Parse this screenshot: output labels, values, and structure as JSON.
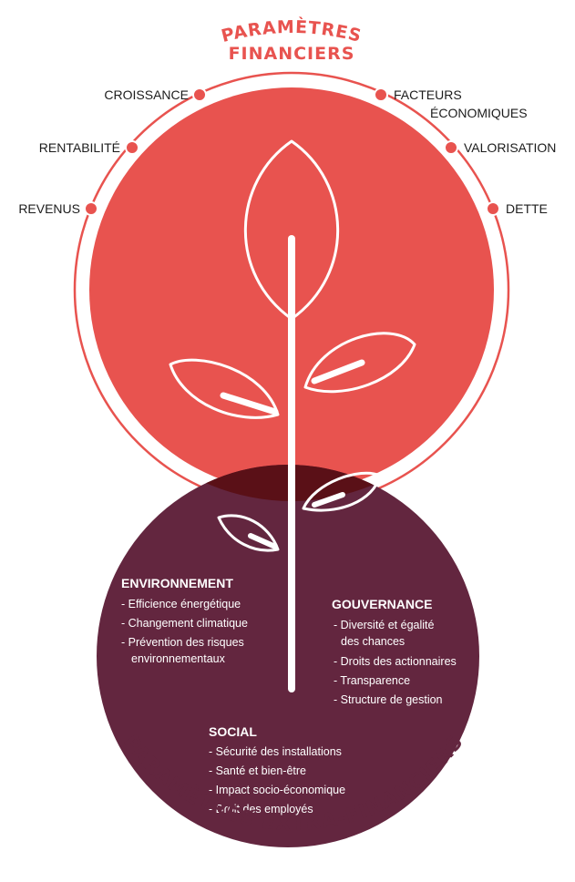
{
  "financial": {
    "title_line1": "PARAMÈTRES",
    "title_line2": "FINANCIERS",
    "left_labels": [
      "CROISSANCE",
      "RENTABILITÉ",
      "REVENUS"
    ],
    "right_labels": [
      "FACTEURS",
      "ÉCONOMIQUES",
      "VALORISATION",
      "DETTE"
    ]
  },
  "extra_financial": {
    "title": "PARAMÈTRES EXTRA-FINANCIERS",
    "environnement": {
      "title": "ENVIRONNEMENT",
      "items": [
        "- Efficience énergétique",
        "- Changement climatique",
        "- Prévention des risques",
        "environnementaux"
      ]
    },
    "gouvernance": {
      "title": "GOUVERNANCE",
      "items": [
        "- Diversité et égalité",
        "des chances",
        "- Droits des actionnaires",
        "- Transparence",
        "- Structure de gestion"
      ]
    },
    "social": {
      "title": "SOCIAL",
      "items": [
        "- Sécurité des installations",
        "- Santé et bien-être",
        "- Impact socio-économique",
        "- Droit des employés"
      ]
    }
  },
  "colors": {
    "financial_red": "#e8534f",
    "extra_purple": "#63263f",
    "overlap": "#5a1017",
    "text_dark": "#1c1c1c"
  },
  "icons": {
    "plant": "plant-sprout-icon"
  }
}
